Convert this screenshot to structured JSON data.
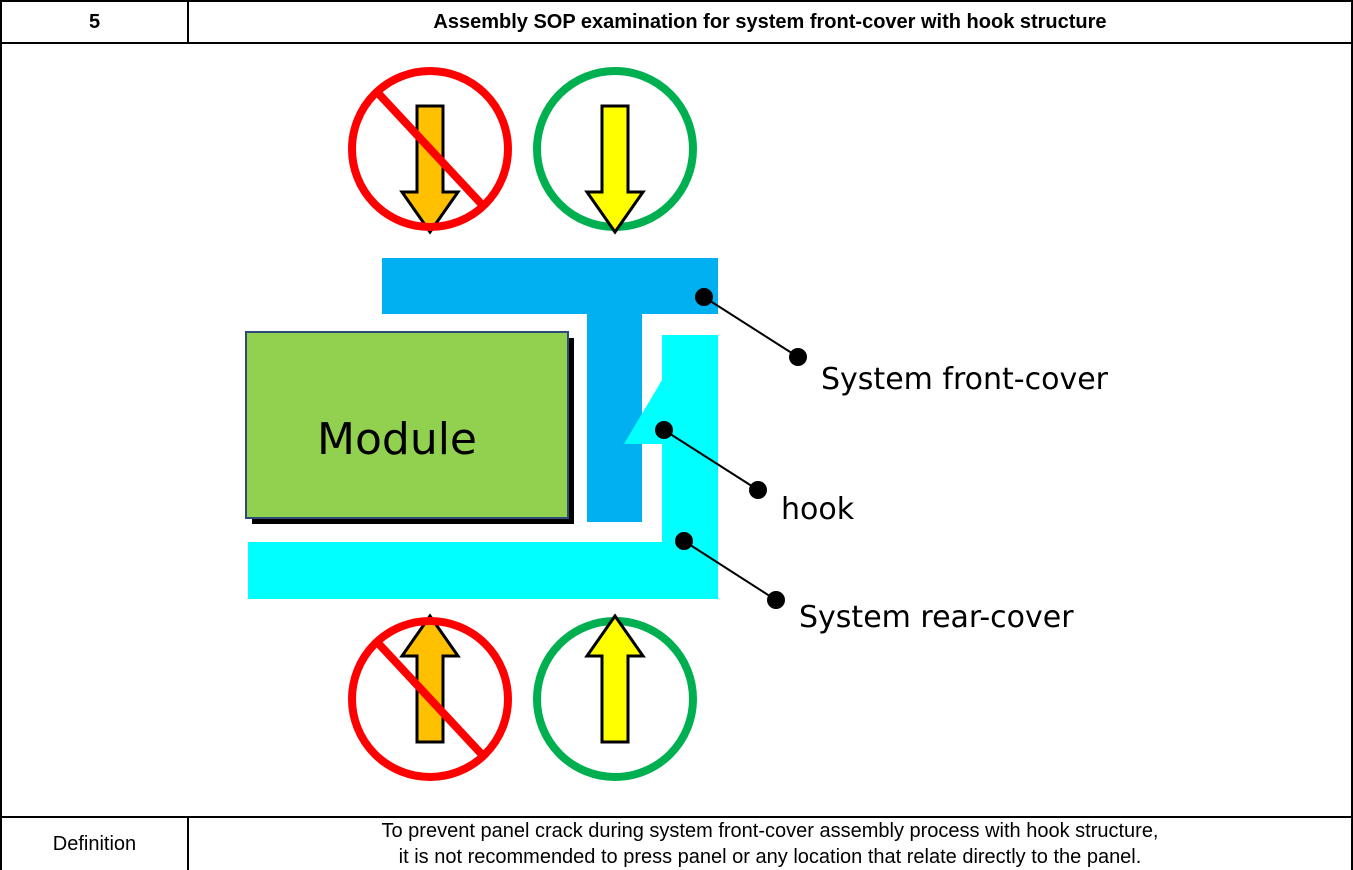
{
  "header": {
    "number": "5",
    "title": "Assembly SOP examination for system front-cover with hook structure"
  },
  "diagram": {
    "module_label": "Module",
    "callouts": {
      "front_cover": "System front-cover",
      "hook": "hook",
      "rear_cover": "System rear-cover"
    },
    "colors": {
      "front_cover": "#00b0f0",
      "rear_cover": "#00ffff",
      "module": "#92d050",
      "prohibited_ring": "#ff0000",
      "ok_ring": "#00b050",
      "prohibited_arrow": "#ffc000",
      "ok_arrow": "#ffff00"
    },
    "icons": [
      "prohibited-press-down-icon",
      "ok-press-down-icon",
      "prohibited-press-up-icon",
      "ok-press-up-icon"
    ]
  },
  "definition": {
    "label": "Definition",
    "line1": "To prevent panel crack during system front-cover assembly process with hook structure,",
    "line2": "it is not recommended to press panel or any location that relate directly to the panel."
  }
}
